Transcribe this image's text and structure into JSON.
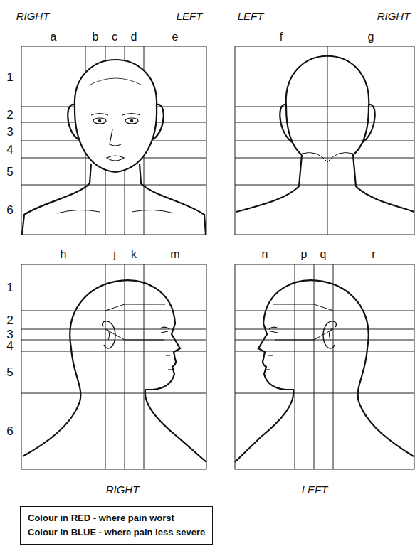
{
  "diagram": {
    "labels": [
      "RIGHT",
      "LEFT",
      "LEFT",
      "RIGHT",
      "a",
      "b",
      "c",
      "d",
      "e",
      "f",
      "g",
      "1",
      "2",
      "3",
      "4",
      "5",
      "6",
      "h",
      "j",
      "k",
      "m",
      "n",
      "p",
      "q",
      "r",
      "1",
      "2",
      "3",
      "4",
      "5",
      "6",
      "RIGHT",
      "LEFT"
    ],
    "legend": [
      {
        "text": "Colour in RED - where pain worst"
      },
      {
        "text": "Colour in BLUE - where pain less severe"
      }
    ]
  }
}
